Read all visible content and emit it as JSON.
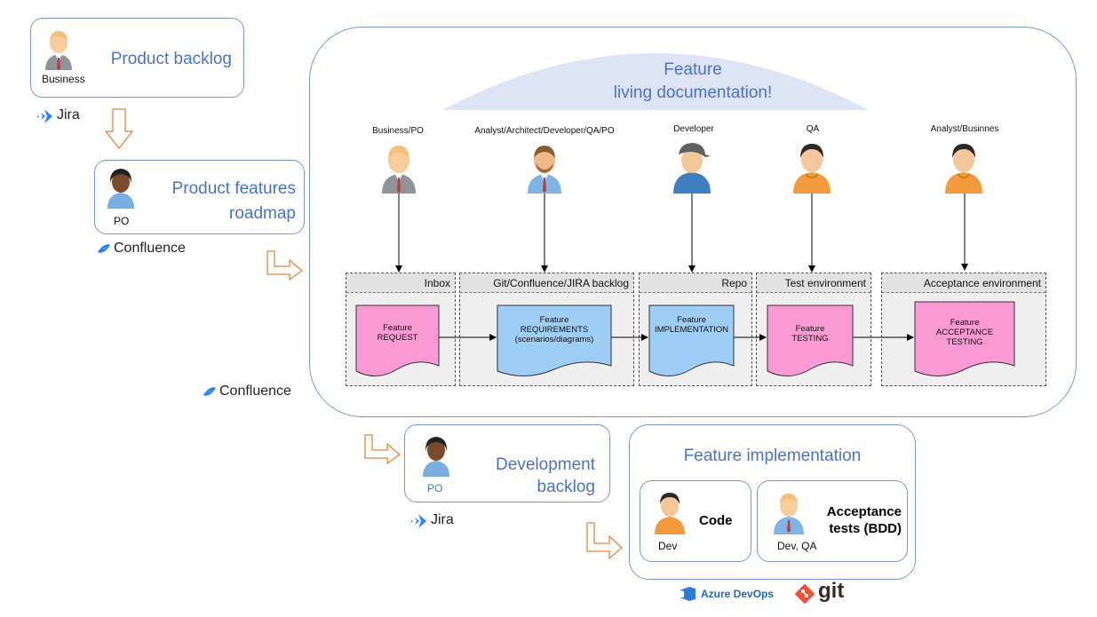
{
  "product_backlog": {
    "title": "Product backlog",
    "person": "Business",
    "tool": "Jira"
  },
  "product_roadmap": {
    "title_line1": "Product features",
    "title_line2": "roadmap",
    "person": "PO",
    "tool": "Confluence"
  },
  "living_doc": {
    "title_line1": "Feature",
    "title_line2": "living documentation!",
    "tool": "Confluence"
  },
  "roles": [
    "Business/PO",
    "Analyst/Architect/Developer/QA/PO",
    "Developer",
    "QA",
    "Analyst/Businnes"
  ],
  "lanes": [
    "Inbox",
    "Git/Confluence/JIRA backlog",
    "Repo",
    "Test environment",
    "Acceptance environment"
  ],
  "docs": [
    {
      "line1": "Feature",
      "line2": "REQUEST",
      "line3": ""
    },
    {
      "line1": "Feature",
      "line2": "REQUIREMENTS",
      "line3": "(scenarios/diagrams)"
    },
    {
      "line1": "Feature",
      "line2": "IMPLEMENTATION",
      "line3": ""
    },
    {
      "line1": "Feature",
      "line2": "TESTING",
      "line3": ""
    },
    {
      "line1": "Feature",
      "line2": "ACCEPTANCE",
      "line3": "TESTING"
    }
  ],
  "dev_backlog": {
    "title_line1": "Development",
    "title_line2": "backlog",
    "person": "PO",
    "tool": "Jira"
  },
  "feature_impl": {
    "title": "Feature implementation",
    "code": {
      "label": "Code",
      "person": "Dev"
    },
    "tests": {
      "label_line1": "Acceptance",
      "label_line2": "tests (BDD)",
      "person": "Dev, QA"
    },
    "tools": {
      "azure": "Azure DevOps",
      "git": "git"
    }
  },
  "colors": {
    "accent": "#4a72c4",
    "arrow_outline": "#e8843a",
    "doc_pink": "#f99ad5",
    "doc_blue": "#9ecdf5"
  }
}
